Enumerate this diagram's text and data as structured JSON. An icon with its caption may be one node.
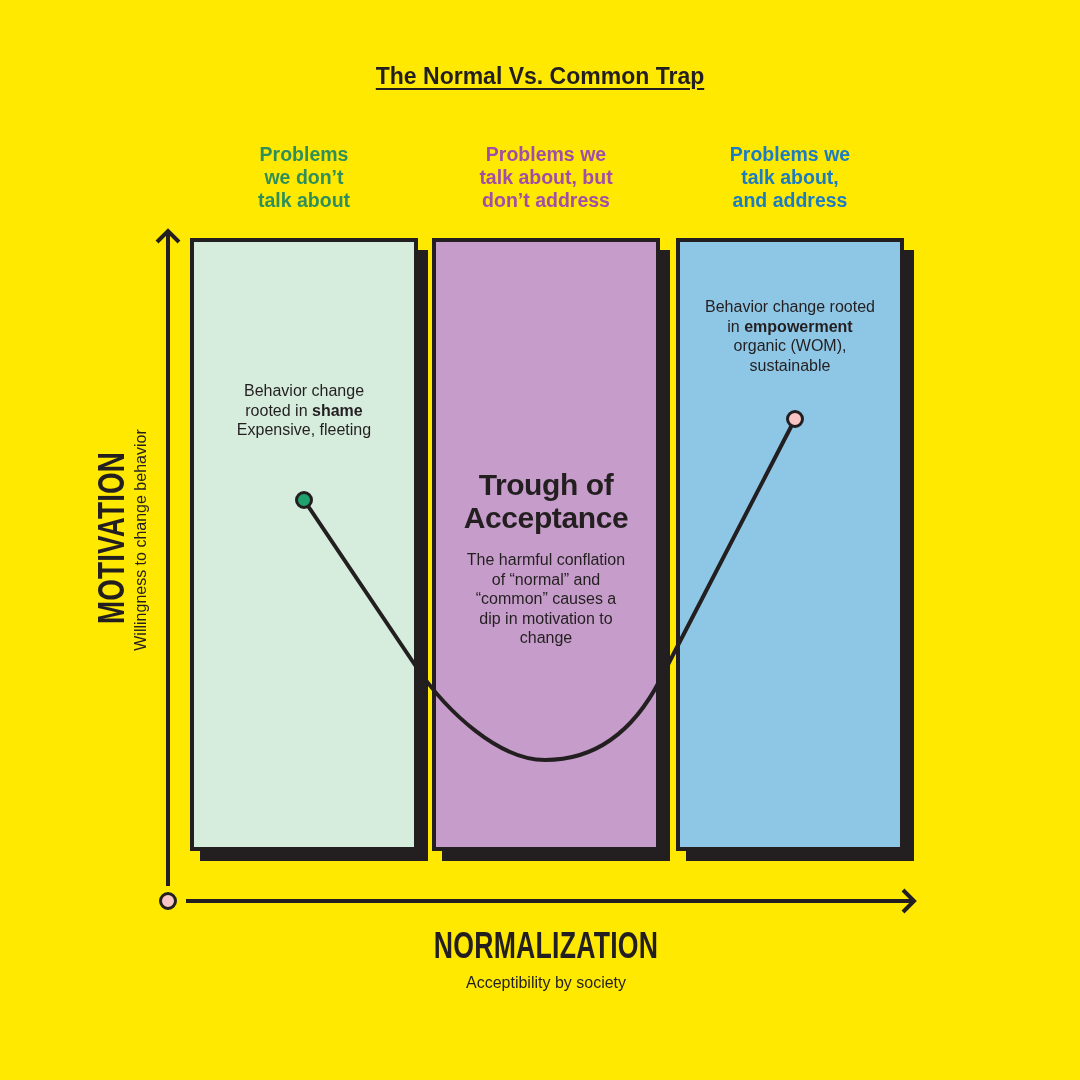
{
  "diagram": {
    "title": "The Normal Vs. Common Trap",
    "nodes": [
      {
        "text": [
          "Problems we don’t talk about",
          "Behavior change rooted in **shame** Expensive, fleeting"
        ]
      },
      {
        "text": [
          "Problems we talk about, but don’t address",
          "Trough of Acceptance",
          "The harmful conflation of “normal” and “common” causes a dip in motivation to change"
        ]
      },
      {
        "text": [
          "Problems we talk about, and address",
          "Behavior change rooted in **empowerment** organic (WOM), sustainable"
        ]
      }
    ],
    "labels": [
      "MOTIVATION",
      "Willingness to change behavior",
      "NORMALIZATION",
      "Acceptibility by society"
    ]
  }
}
